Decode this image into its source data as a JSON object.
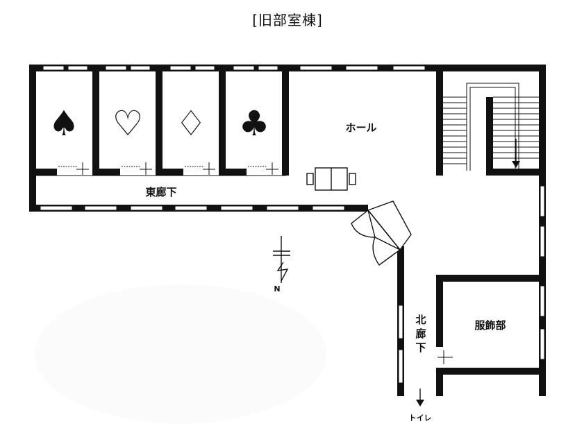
{
  "title": "[旧部室棟]",
  "rooms": {
    "hall": "ホール",
    "east_corridor": "東廊下",
    "north_corridor": "北廊下",
    "costume_club": "服飾部"
  },
  "compass": {
    "north_label": "N"
  },
  "exit": {
    "toilet_label": "トイレ"
  },
  "suit_rooms": [
    {
      "symbol": "♠",
      "name": "spade"
    },
    {
      "symbol": "♡",
      "name": "heart"
    },
    {
      "symbol": "♢",
      "name": "diamond"
    },
    {
      "symbol": "♣",
      "name": "club"
    }
  ],
  "colors": {
    "wall": "#111111",
    "background": "#ffffff"
  }
}
